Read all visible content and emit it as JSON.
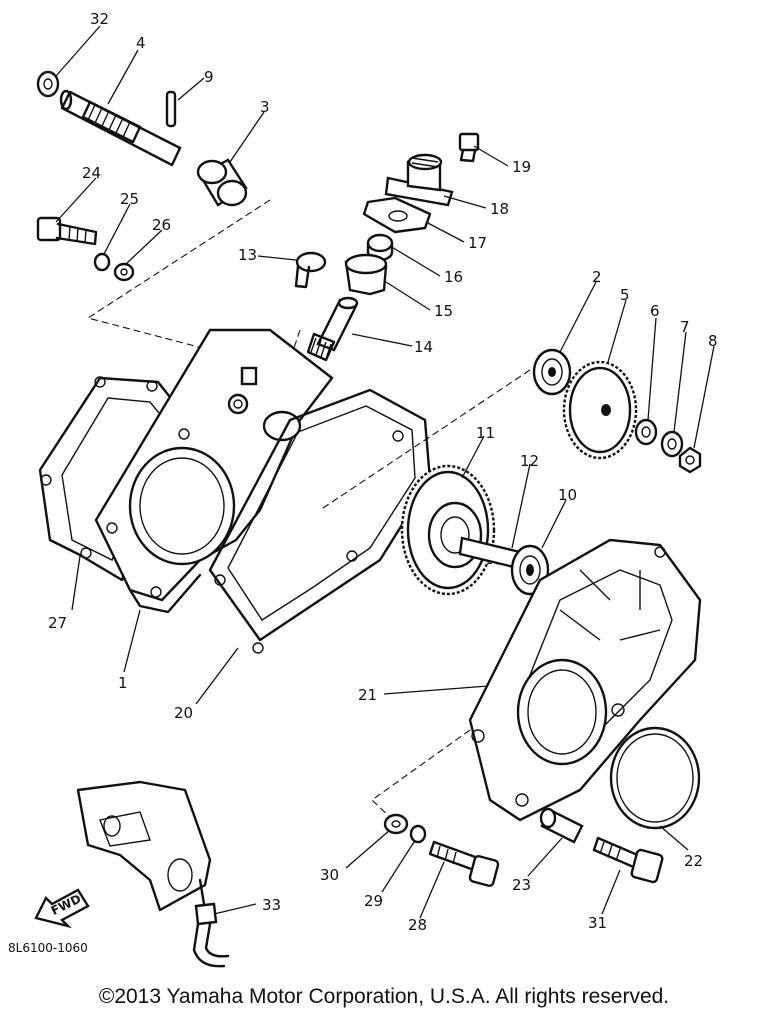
{
  "diagram": {
    "part_code": "8L6100-1060",
    "fwd_arrow_label": "FWD",
    "copyright": "©2013 Yamaha Motor Corporation, U.S.A. All rights reserved.",
    "callouts": {
      "c1": "1",
      "c2": "2",
      "c3": "3",
      "c4": "4",
      "c5": "5",
      "c6": "6",
      "c7": "7",
      "c8": "8",
      "c9": "9",
      "c10": "10",
      "c11": "11",
      "c12": "12",
      "c13": "13",
      "c14": "14",
      "c15": "15",
      "c16": "16",
      "c17": "17",
      "c18": "18",
      "c19": "19",
      "c20": "20",
      "c21": "21",
      "c22": "22",
      "c23": "23",
      "c24": "24",
      "c25": "25",
      "c26": "26",
      "c27": "27",
      "c28": "28",
      "c29": "29",
      "c30": "30",
      "c31": "31",
      "c32": "32",
      "c33": "33"
    }
  }
}
